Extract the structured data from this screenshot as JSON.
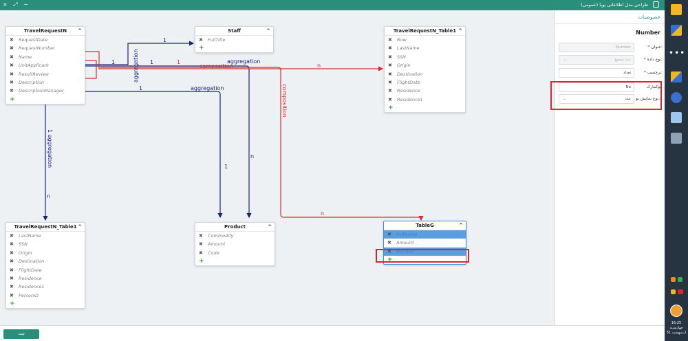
{
  "window": {
    "title": "طراحی مدل اطلاعاتی پویا (عمومی)",
    "controls": "× ⤢ −"
  },
  "entities": {
    "travel_request": {
      "title": "TravelRequestN",
      "fields": [
        "RequestDate",
        "RequestNumber",
        "Name",
        "UnitApplicant",
        "ResultReview",
        "Description",
        "DescriptionManager"
      ]
    },
    "staff": {
      "title": "Staff",
      "fields": [
        "FullTitle"
      ]
    },
    "travel_request_table1_top": {
      "title": "TravelRequestN_Table1",
      "fields": [
        "Row",
        "LastName",
        "SSN",
        "Origin",
        "Destination",
        "FlightDate",
        "Residence",
        "Residence1"
      ]
    },
    "travel_request_table1_bottom": {
      "title": "TravelRequestN_Table1",
      "fields": [
        "LastName",
        "SSN",
        "Origin",
        "Destination",
        "FlightDate",
        "Residence",
        "Residence1",
        "PersonID"
      ]
    },
    "product": {
      "title": "Product",
      "fields": [
        "Commodity",
        "Amount",
        "Code"
      ]
    },
    "tableg": {
      "title": "TableG",
      "fields": [
        "FullName",
        "Amount",
        "Number"
      ]
    }
  },
  "links": {
    "l1": "1",
    "l2": "aggregation",
    "l3": "1",
    "l4": "1",
    "l5": "1",
    "l6": "aggregation",
    "l7": "composition",
    "l8": "n",
    "l9": "1",
    "l10": "aggregation",
    "l11": "composition",
    "l12": "1 aggregation",
    "l13": "n",
    "l14": "1",
    "l15": "n",
    "l16": "n"
  },
  "panel": {
    "title": "خصوصیات",
    "name": "Number",
    "rows": [
      {
        "label": "عنوان:",
        "required": true,
        "value": "Number",
        "disabled": true
      },
      {
        "label": "نوع داده:",
        "required": true,
        "value": "عدد صحیح",
        "disabled": true,
        "dropdown": true
      },
      {
        "label": "برچسب:",
        "required": true,
        "value": "تعداد",
        "disabled": false
      },
      {
        "label": "بوکمارک:",
        "required": false,
        "value": "No",
        "disabled": false
      },
      {
        "label": "نوع نمایش بو...",
        "required": false,
        "value": "عدد",
        "disabled": false,
        "dropdown": true
      }
    ]
  },
  "footer": {
    "ok_label": "ثبت"
  },
  "sidebar": {
    "time": "16:25",
    "weekday": "چهارشنبه",
    "date": "31 اردیبهشت"
  },
  "colors": {
    "accent": "#2a8f7a",
    "navy_link": "#1a237e",
    "red_link": "#d32f2f",
    "highlight": "#e0242f",
    "selected_row": "#5b9ee0"
  }
}
